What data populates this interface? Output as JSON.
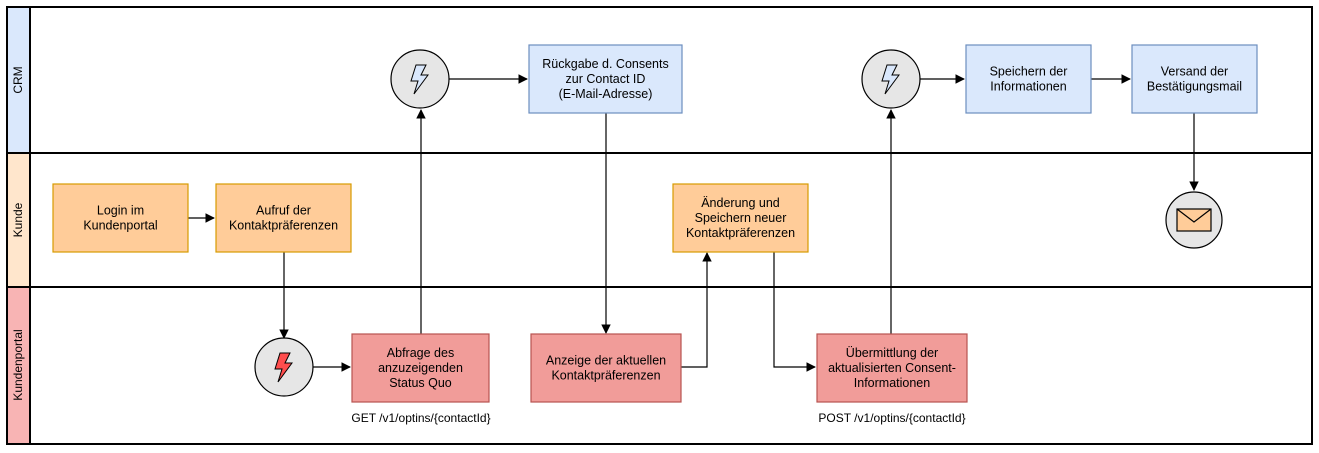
{
  "colors": {
    "crm_lane": "#dae8fc",
    "kunde_lane": "#ffe6cc",
    "kundenportal_lane": "#f8b4b4",
    "crm_task": "#dae8fc",
    "crm_task_border": "#6c8ebf",
    "kunde_task": "#ffcc99",
    "kunde_task_border": "#d79b00",
    "portal_task": "#f19c99",
    "portal_task_border": "#b85450",
    "event_fill": "#e6e6e6",
    "bolt_blue": "#dae8fc",
    "bolt_red": "#ff4d4d",
    "envelope": "#ffcc99"
  },
  "lanes": [
    {
      "id": "crm",
      "label": "CRM"
    },
    {
      "id": "kunde",
      "label": "Kunde"
    },
    {
      "id": "kundenportal",
      "label": "Kundenportal"
    }
  ],
  "tasks": {
    "login": [
      "Login im",
      "Kundenportal"
    ],
    "aufruf": [
      "Aufruf der",
      "Kontaktpräferenzen"
    ],
    "aenderung": [
      "Änderung und",
      "Speichern neuer",
      "Kontaktpräferenzen"
    ],
    "rueckgabe": [
      "Rückgabe d. Consents",
      "zur Contact ID",
      "(E-Mail-Adresse)"
    ],
    "speichern": [
      "Speichern der",
      "Informationen"
    ],
    "versand": [
      "Versand der",
      "Bestätigungsmail"
    ],
    "abfrage": [
      "Abfrage des",
      "anzuzeigenden",
      "Status Quo"
    ],
    "anzeige": [
      "Anzeige der aktuellen",
      "Kontaktpräferenzen"
    ],
    "uebermittlung": [
      "Übermittlung der",
      "aktualisierten Consent-",
      "Informationen"
    ]
  },
  "events": {
    "crm_event_1": "lightning-icon",
    "crm_event_2": "lightning-icon",
    "portal_event": "lightning-icon",
    "end_event": "envelope-icon"
  },
  "api_labels": {
    "get": "GET /v1/optins/{contactId}",
    "post": "POST /v1/optins/{contactId}"
  }
}
